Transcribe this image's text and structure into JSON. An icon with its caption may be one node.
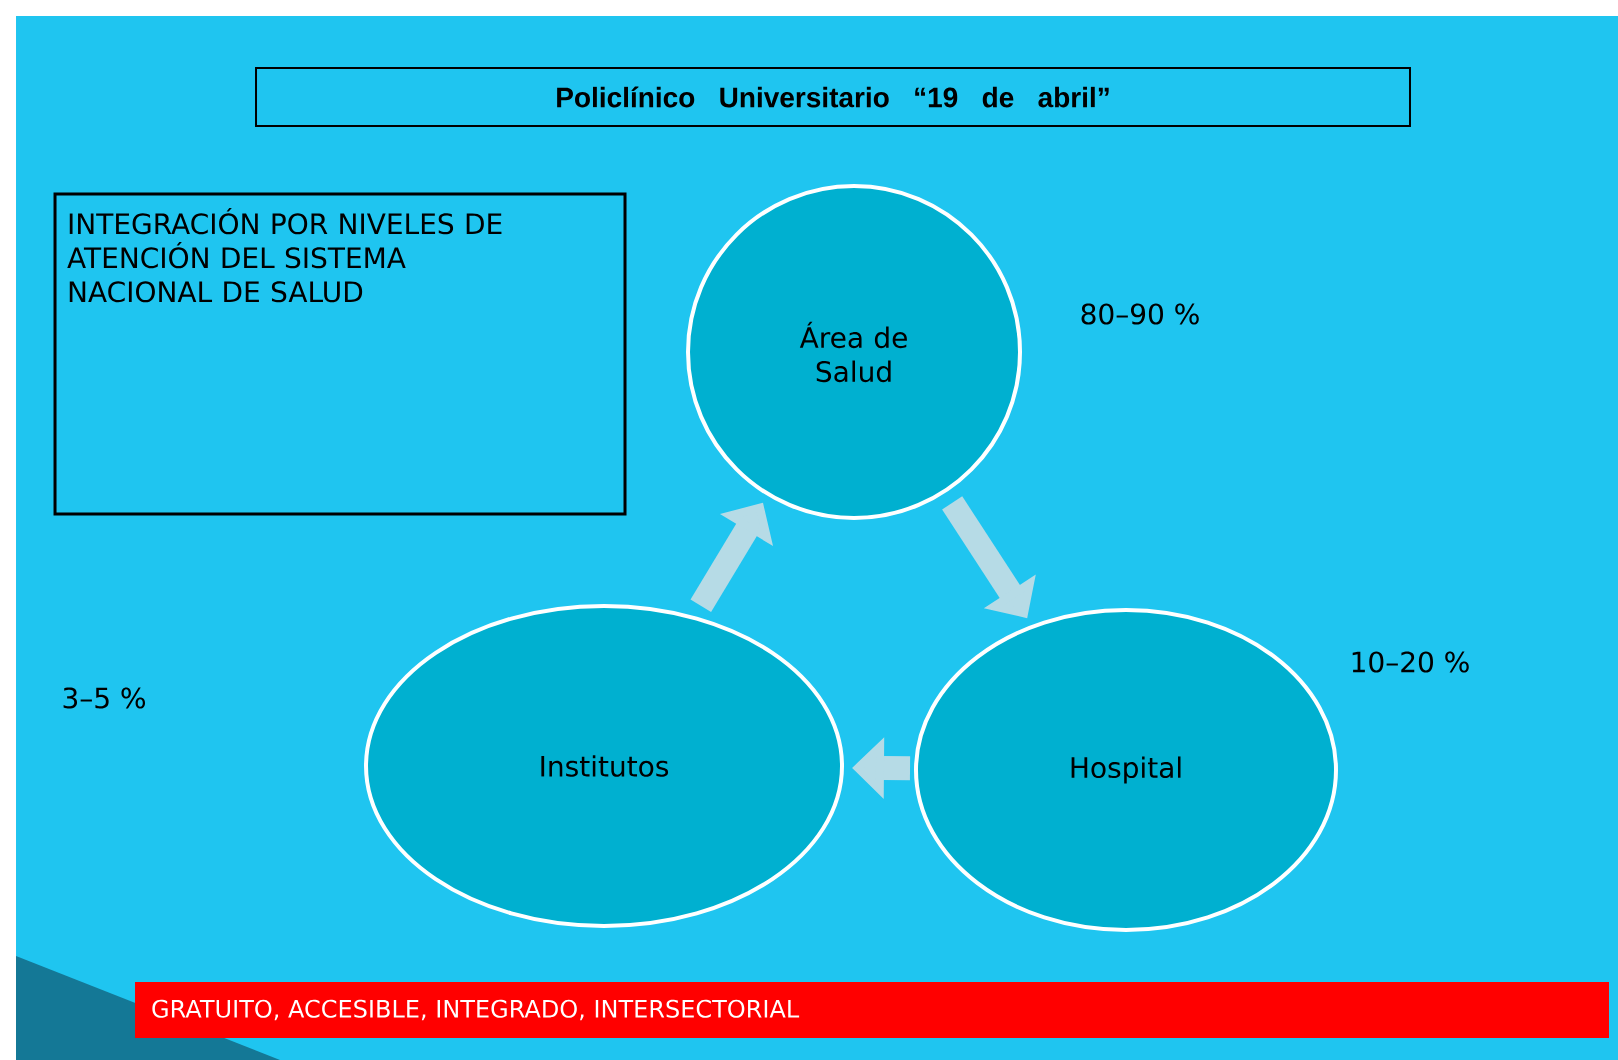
{
  "diagram": {
    "title": "Policlínico Universitario “19 de abril”",
    "nodes": [
      {
        "text": [
          "INTEGRACIÓN POR NIVELES DE ATENCIÓN DEL  SISTEMA NACIONAL DE SALUD"
        ]
      },
      {
        "text": [
          "Área de Salud"
        ],
        "beside": [
          "80–90 %"
        ]
      },
      {
        "text": [
          "Hospital"
        ],
        "beside": [
          "10–20 %"
        ]
      },
      {
        "text": [
          "Institutos"
        ]
      },
      {
        "text": [
          "GRATUITO, ACCESIBLE, INTEGRADO, INTERSECTORIAL"
        ]
      }
    ],
    "edges": [
      {
        "from": 3,
        "to": 1,
        "arrow": "to"
      },
      {
        "from": 1,
        "to": 2,
        "arrow": "to"
      },
      {
        "from": 2,
        "to": 3,
        "arrow": "to"
      }
    ],
    "labels": [
      "3–5 %"
    ]
  }
}
